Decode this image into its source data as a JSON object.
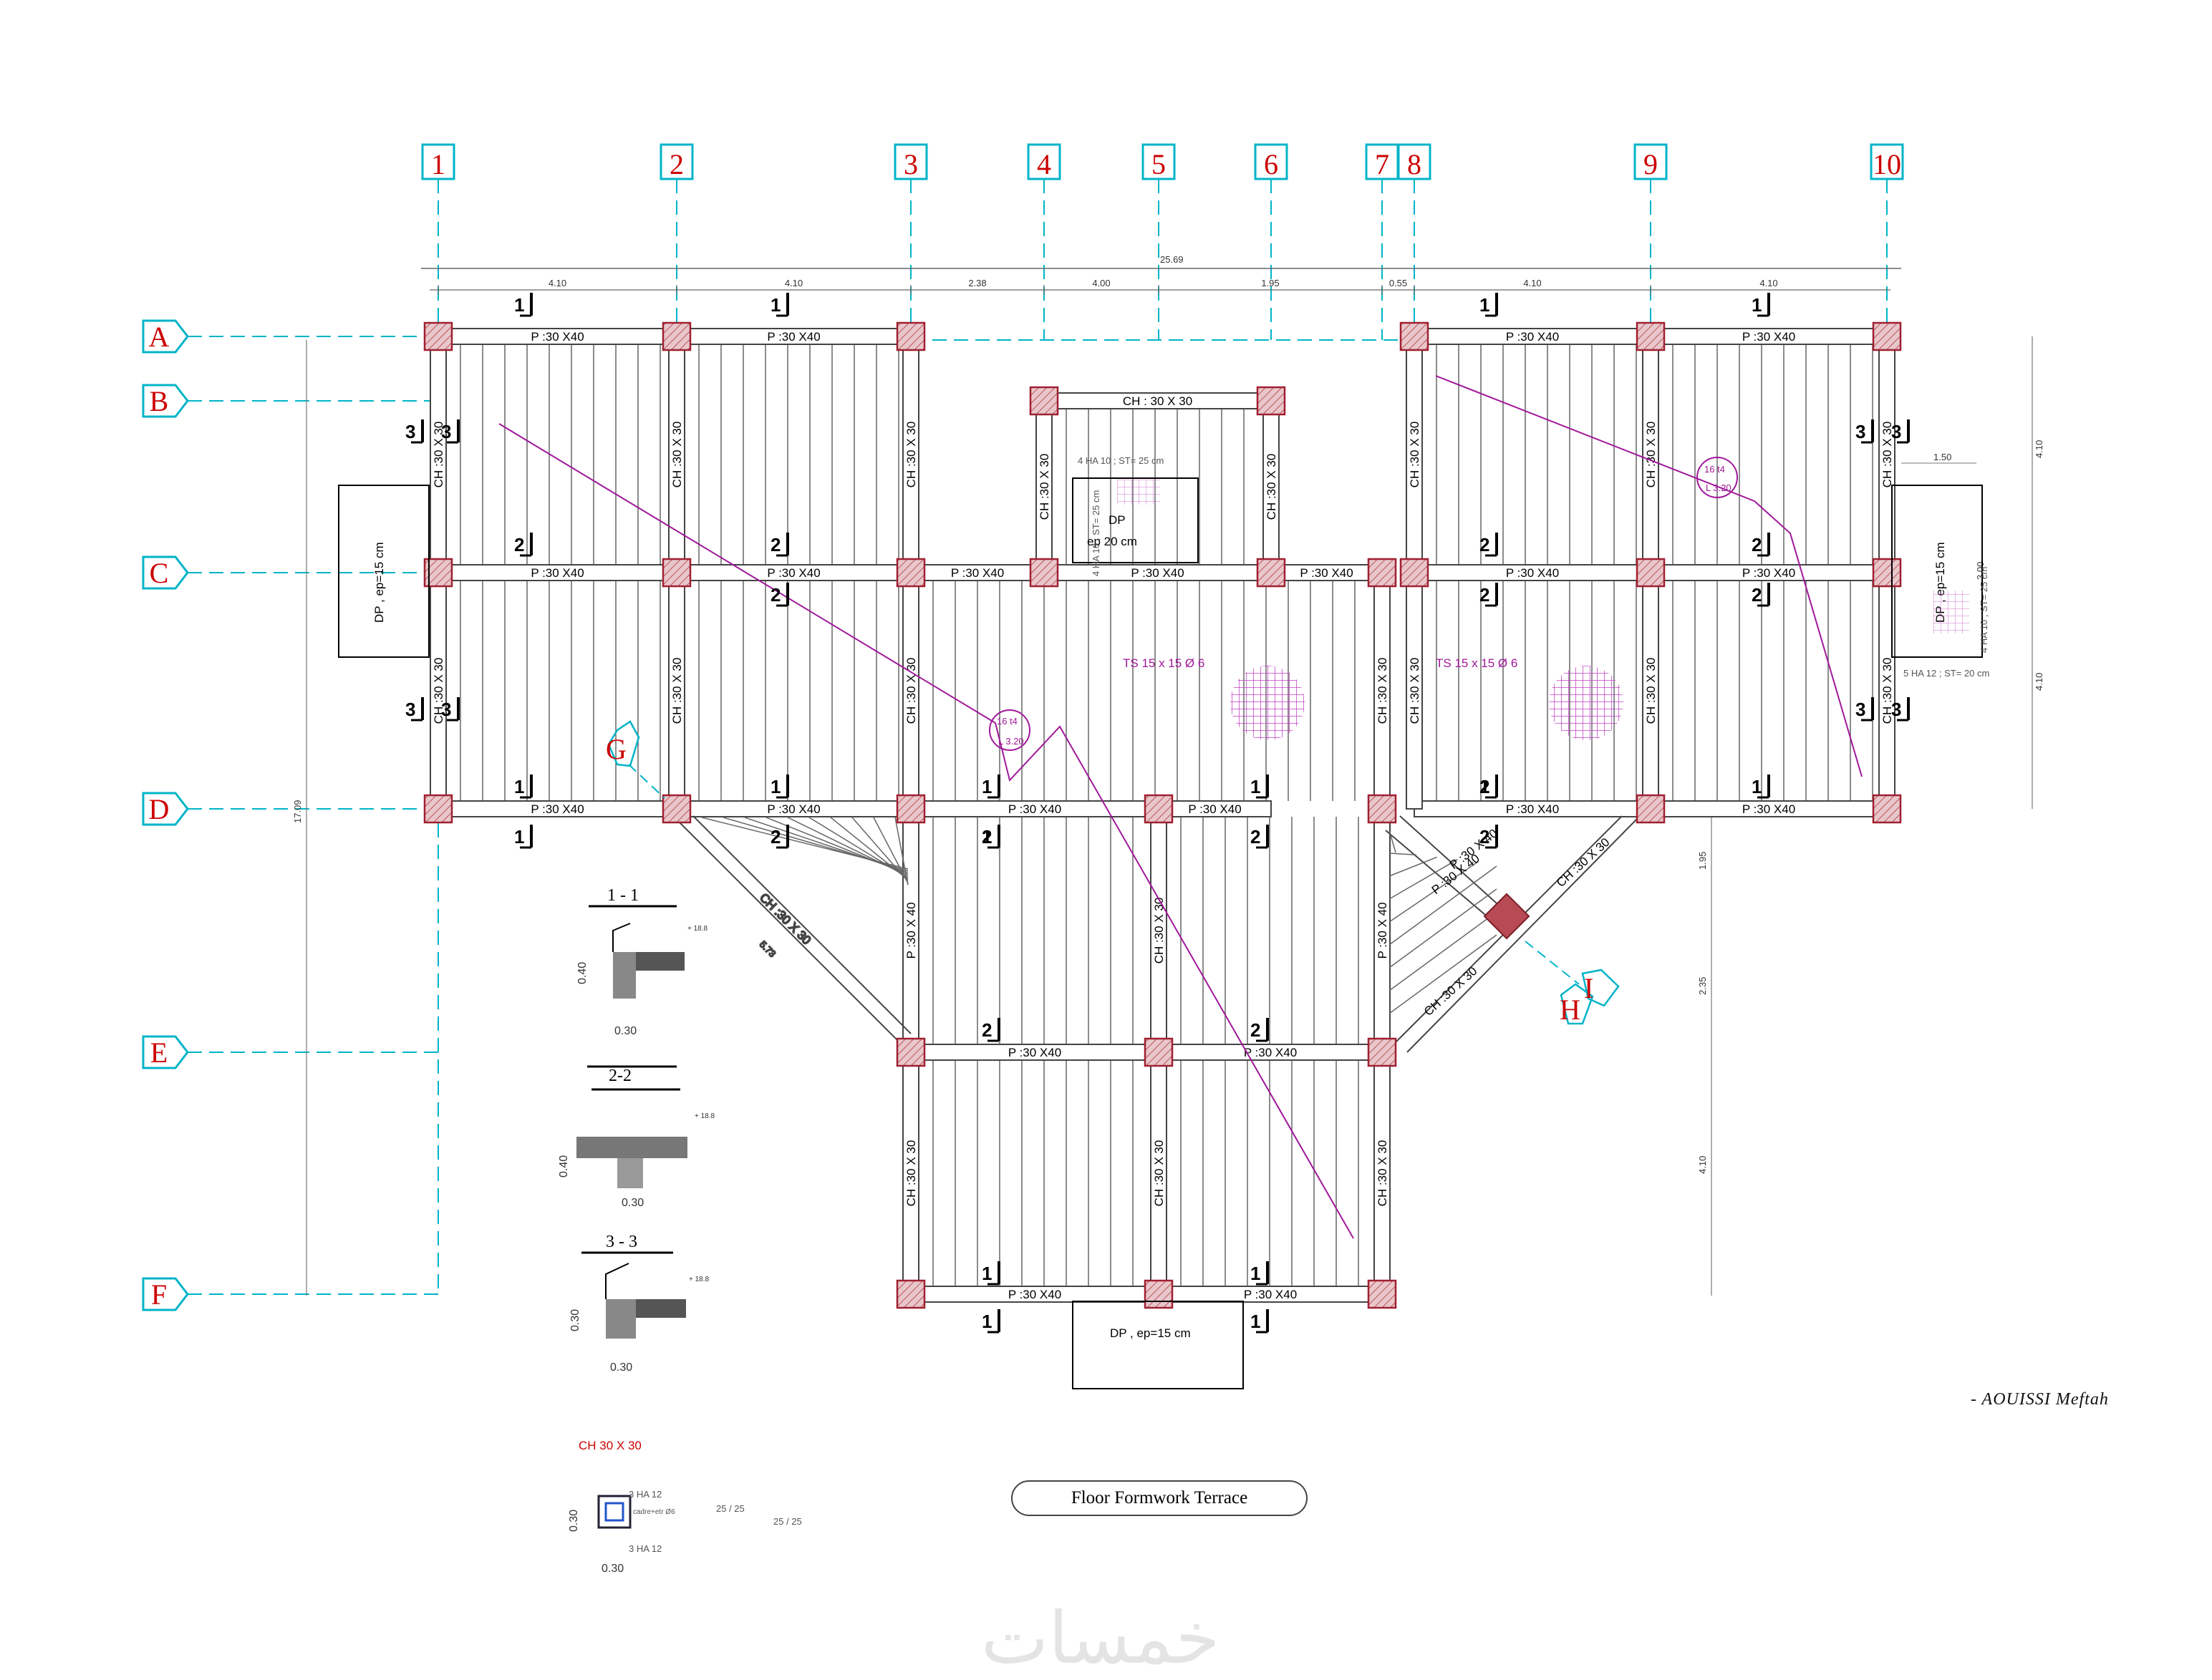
{
  "drawing": {
    "title": "Floor Formwork Terrace",
    "author": "- AOUISSI   Meftah",
    "watermark": "خمسات",
    "colors": {
      "axis": "#00b4c8",
      "axis_text": "#cc0000",
      "column": "#c0392b",
      "column_fill": "#d9a0a8",
      "annotation": "#a0189a",
      "beam": "#444444"
    }
  },
  "grid": {
    "vertical_axes": [
      "1",
      "2",
      "3",
      "4",
      "5",
      "6",
      "7",
      "8",
      "9",
      "10"
    ],
    "horizontal_axes": [
      "A",
      "B",
      "C",
      "D",
      "E",
      "F"
    ],
    "diagonal_axes": [
      "G",
      "H",
      "I"
    ]
  },
  "dimensions": {
    "overall_width": "25.69",
    "top_spans": [
      "4.10",
      "4.10",
      "2.38",
      "4.00",
      "1.95",
      "0.55",
      "4.10",
      "4.10"
    ],
    "overall_height": "17.09",
    "right_spans": [
      "4.10",
      "3.00",
      "4.10"
    ],
    "right_lower_spans": [
      "1.95",
      "2.35",
      "4.10"
    ],
    "dp_right_offset": "1.50",
    "diagonal_length": "5.73"
  },
  "beams": {
    "main": "P :30 X40",
    "secondary": "CH : 30 X 30",
    "secondary_short": "CH :30 X 30",
    "stair_beam": "CH : 30 X 30",
    "diagonal_main": "P :30 X 40",
    "diagonal_secondary": "CH :30 X 30",
    "vertical_main": "P :30 X 40"
  },
  "slabs": {
    "dp_left": "DP , ep=15 cm",
    "dp_right": "DP , ep=15 cm",
    "dp_bottom": "DP , ep=15 cm",
    "dp_center": "DP",
    "dp_center_ep": "ep    20 cm"
  },
  "annotations": {
    "mesh": "TS  15 x 15  Ø 6",
    "bar_callout_1": "16 t4",
    "bar_callout_2": "L 3.20",
    "rebar_center_top": "4 HA 10 ; ST= 25 cm",
    "rebar_center_side": "4 HA 10 ; ST= 25 cm",
    "rebar_right_1": "4 HA 10 ; ST= 25 cm",
    "rebar_right_2": "5 HA 12 ; ST= 20 cm"
  },
  "cut_marks": [
    "1",
    "2",
    "3"
  ],
  "sections": [
    {
      "title": "1 - 1",
      "height": "0.40",
      "width": "0.30",
      "level": "+ 18.8"
    },
    {
      "title": "2-2",
      "height": "0.40",
      "width": "0.30",
      "level": "+ 18.8"
    },
    {
      "title": "3 - 3",
      "height": "0.30",
      "width": "0.30",
      "level": "+ 18.8"
    }
  ],
  "column_detail": {
    "title": "CH 30 X 30",
    "top_bars": "3 HA 12",
    "stirrups": "cadre+etr Ø6",
    "bottom_bars": "3 HA 12",
    "height": "0.30",
    "width": "0.30",
    "stirrup_dims_1": "25 / 25",
    "stirrup_dims_2": "25 / 25"
  }
}
